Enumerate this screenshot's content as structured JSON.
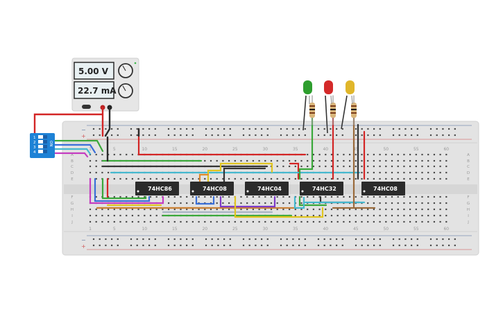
{
  "power_supply": {
    "voltage_display": "5.00 V",
    "current_display": "22.7 mA"
  },
  "dip_switch": {
    "on_label": "ON",
    "positions": [
      "1",
      "2",
      "3",
      "4"
    ]
  },
  "chips": [
    {
      "id": "chip1",
      "label": "74HC86"
    },
    {
      "id": "chip2",
      "label": "74HC08"
    },
    {
      "id": "chip3",
      "label": "74HC04"
    },
    {
      "id": "chip4",
      "label": "74HC32"
    },
    {
      "id": "chip5",
      "label": "74HC08"
    }
  ],
  "leds": [
    {
      "name": "green-led",
      "color": "#2e9e2e"
    },
    {
      "name": "red-led",
      "color": "#d42a2a"
    },
    {
      "name": "yellow-led",
      "color": "#e0b62a"
    }
  ],
  "breadboard": {
    "column_numbers": [
      "1",
      "5",
      "10",
      "15",
      "20",
      "25",
      "30",
      "35",
      "40",
      "45",
      "50",
      "55",
      "60"
    ],
    "rows_top": [
      "A",
      "B",
      "C",
      "D",
      "E"
    ],
    "rows_bottom": [
      "F",
      "G",
      "H",
      "I",
      "J"
    ],
    "rail_minus": "−",
    "rail_plus": "+"
  }
}
